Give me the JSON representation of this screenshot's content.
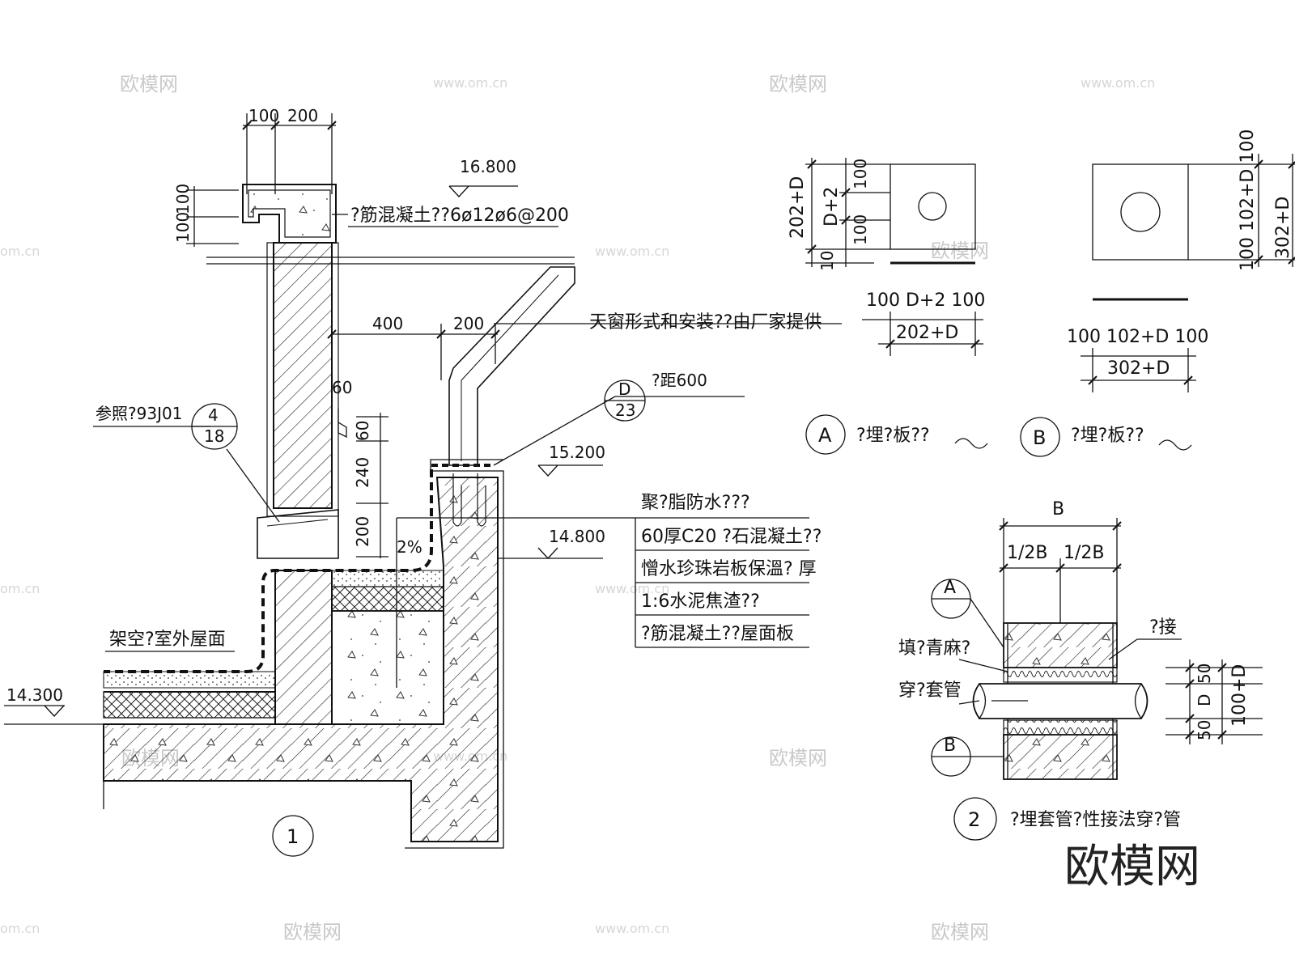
{
  "drawing": {
    "detail1": {
      "number": "1",
      "dims": {
        "d100": "100",
        "d200": "200",
        "d100a": "100",
        "d100b": "100",
        "d400": "400",
        "d200b": "200",
        "d60": "60",
        "d60b": "60",
        "d240": "240",
        "d200c": "200",
        "slope": "2%"
      },
      "elevations": {
        "e16800": "16.800",
        "e15200": "15.200",
        "e14800": "14.800",
        "e14300": "14.300"
      },
      "labels": {
        "rebar": "?筋混凝土??6ø12ø6@200",
        "skylight": "天窗形式和安装??由厂家提供",
        "ref": "参照?93J01",
        "spacing": "?距600",
        "roof_outdoor": "架空?室外屋面"
      },
      "ref_bubble": {
        "top": "4",
        "bottom": "18"
      },
      "d_bubble": {
        "top": "D",
        "bottom": "23"
      },
      "layers": [
        "聚?脂防水???",
        "60厚C20      ?石混凝土??",
        "憎水珍珠岩板保溫?       厚",
        "1:6水泥焦渣??",
        "?筋混凝土??屋面板"
      ]
    },
    "plateA": {
      "left_dims": {
        "outer": "202+D",
        "inner": "D+2",
        "top": "100",
        "mid": "100",
        "bot": "10"
      },
      "bottom_dims": {
        "row1": "100  D+2  100",
        "row2": "202+D"
      },
      "caption_letter": "A",
      "caption": "?埋?板??"
    },
    "plateB": {
      "right_dims": {
        "outer": "302+D",
        "inner": "100 102+D 100"
      },
      "bottom_dims": {
        "row1": "100 102+D 100",
        "row2": "302+D"
      },
      "caption_letter": "B",
      "caption": "?埋?板??"
    },
    "detail2": {
      "number": "2",
      "caption": "?埋套管?性接法穿?管",
      "top_dims": {
        "total": "B",
        "half1": "1/2B",
        "half2": "1/2B"
      },
      "right_dims": {
        "top": "50",
        "mid": "D",
        "bot": "50",
        "total": "100+D"
      },
      "bubble_a": "A",
      "bubble_b": "B",
      "labels": {
        "weld": "?接",
        "fill": "填?青麻?",
        "pipe": "穿?套管"
      }
    }
  },
  "watermarks": {
    "brand": "欧模网",
    "url": "www.om.cn",
    "url_short": "om.cn"
  }
}
